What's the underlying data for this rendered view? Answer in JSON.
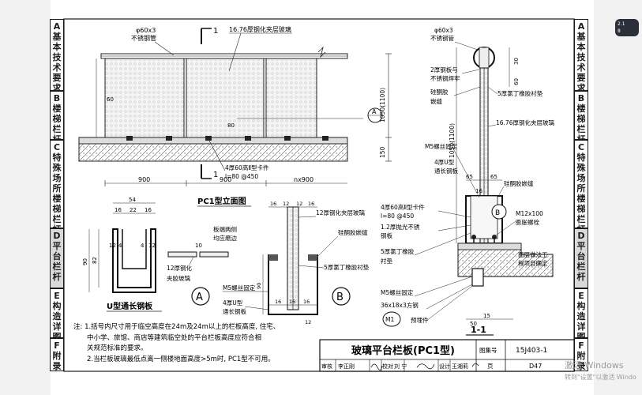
{
  "left_tabs": [
    {
      "letter": "A",
      "text": "基本技术要求"
    },
    {
      "letter": "B",
      "text": "楼梯栏杆"
    },
    {
      "letter": "C",
      "text": "特殊场所楼梯栏杆"
    },
    {
      "letter": "D",
      "text": "平台栏杆",
      "active": true
    },
    {
      "letter": "E",
      "text": "构造详图"
    },
    {
      "letter": "F",
      "text": "附录"
    }
  ],
  "right_tabs": [
    {
      "letter": "A",
      "text": "基本技术要求"
    },
    {
      "letter": "B",
      "text": "楼梯栏杆"
    },
    {
      "letter": "C",
      "text": "特殊场所楼梯栏杆"
    },
    {
      "letter": "D",
      "text": "平台栏杆",
      "active": true
    },
    {
      "letter": "E",
      "text": "构造详图"
    },
    {
      "letter": "F",
      "text": "附录"
    }
  ],
  "elevation": {
    "title": "PC1型立面图",
    "label_pipe_1": "φ60x3",
    "label_pipe_2": "不锈钢管",
    "label_glass": "16.76厚钢化夹层玻璃",
    "label_clip_1": "4厚60高Ⅱ型卡件",
    "label_clip_2": "l=80 @450",
    "dim_60": "60",
    "dim_80": "80",
    "dim_900_a": "900",
    "dim_900_b": "900",
    "dim_nx900": "nx900",
    "dim_1050": "1050(1100)",
    "dim_150": "150",
    "section_mark": "1",
    "callout_A": "A"
  },
  "u_channel": {
    "title": "U型通长钢板",
    "dim_54": "54",
    "dim_16a": "16",
    "dim_22": "22",
    "dim_16b": "16",
    "dim_12a": "12",
    "dim_4a": "4",
    "dim_4b": "4",
    "dim_12b": "12",
    "dim_90": "90",
    "dim_82": "82"
  },
  "detail_A": {
    "callout": "A",
    "label_edge_1": "板端两侧",
    "label_edge_2": "均应磨边",
    "label_glass_1": "12厚钢化",
    "label_glass_2": "夹胶玻璃",
    "dim_10": "10"
  },
  "detail_B": {
    "callout": "B",
    "label_glass": "12厚钢化夹层玻璃",
    "label_sealant": "硅酮胶嵌缝",
    "label_pad": "5厚氯丁橡胶衬垫",
    "label_bolt": "M5螺丝固定",
    "label_u_1": "4厚U型",
    "label_u_2": "通长钢板",
    "dim_16a": "16",
    "dim_12a": "12",
    "dim_12b": "12",
    "dim_16b": "16",
    "dim_16c": "16",
    "dim_16d": "16",
    "dim_16e": "16",
    "dim_90": "90",
    "dim_12c": "12"
  },
  "section_1": {
    "title": "1-1",
    "label_pipe_1": "φ60x3",
    "label_pipe_2": "不锈钢管",
    "label_plate_1": "2厚钢板与",
    "label_plate_2": "不锈钢焊牢",
    "label_silicone_1": "硅酮胶",
    "label_silicone_2": "嵌缝",
    "label_pad": "5厚氯丁橡胶衬垫",
    "label_glass": "16.76厚钢化夹层玻璃",
    "label_bolt": "M5螺丝固定",
    "label_u_1": "4厚U型",
    "label_u_2": "通长钢板",
    "label_sealant": "硅酮胶嵌缝",
    "label_clip_1": "4厚60高Ⅱ型卡件",
    "label_clip_2": "l=80 @450",
    "label_ss_1": "1.2厚抛光不锈",
    "label_ss_2": "钢板",
    "label_pad2_1": "5厚氯丁橡胶",
    "label_pad2_2": "衬垫",
    "label_exp_1": "M12x100",
    "label_exp_2": "膨胀螺栓",
    "label_face_1": "面层做法工",
    "label_face_2": "程项目确定",
    "label_bolt2": "M5螺丝固定",
    "label_angle": "36x18x3方钢",
    "label_embed": "预埋件",
    "dim_30": "30",
    "dim_60": "60",
    "dim_1050": "1050(1100)",
    "dim_65a": "65",
    "dim_65b": "65",
    "dim_16": "16",
    "dim_15": "15",
    "dim_50": "50",
    "callout_B": "B",
    "callout_M1": "M1"
  },
  "notes": {
    "line1": "注: 1.括号内尺寸用于临空高度在24m及24m以上的栏板高度, 住宅、",
    "line2": "中小学、旅馆、商店等建筑临空处的平台栏板高度应符合相",
    "line3": "关规范标准的要求。",
    "line4": "2.当栏板玻璃最低点离一侧楼地面高度>5m时, PC1型不可用。"
  },
  "title_block": {
    "title": "玻璃平台栏板(PC1型)",
    "atlas_label": "图集号",
    "atlas_no": "15J403-1",
    "page_label": "页",
    "page_no": "D47",
    "review": "审核",
    "review_name": "李正刚",
    "check": "校对",
    "check_name": "刘 宁",
    "design": "设计",
    "design_name": "王湘莉"
  },
  "overlay": {
    "badge_top": "2.1",
    "badge_bottom": "8",
    "watermark_1": "激活 Windows",
    "watermark_2": "转到\"设置\"以激活 Windo"
  }
}
